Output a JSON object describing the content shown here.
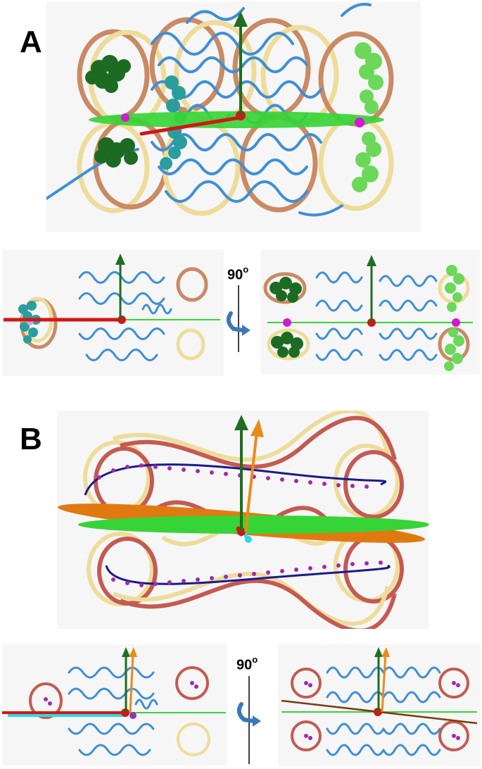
{
  "figure": {
    "panel_a_label": "A",
    "panel_b_label": "B",
    "rotation_a": {
      "value": "90",
      "unit": "o"
    },
    "rotation_b": {
      "value": "90",
      "unit": "o"
    }
  },
  "colors": {
    "protein_ribbon": "#3f8fd6",
    "dna_strand_tan": "#eedc9a",
    "dna_strand_copper": "#c98a64",
    "dna_strand_red": "#c45a52",
    "axis_green": "#1f6e1f",
    "axis_orange": "#e98a1a",
    "axis_red": "#d31616",
    "axis_cyan": "#2fd9e6",
    "plane_green": "#37d437",
    "plane_orange": "#e07a10",
    "spheres_dark_green": "#1d6b22",
    "spheres_light_green": "#6bd85a",
    "spheres_teal": "#2a9e9e",
    "ion_magenta": "#d21ad2",
    "dna_path_navy": "#1a1a8c",
    "dna_path_beads": "#a02ab0",
    "panel_background": "#f6f6f6"
  }
}
